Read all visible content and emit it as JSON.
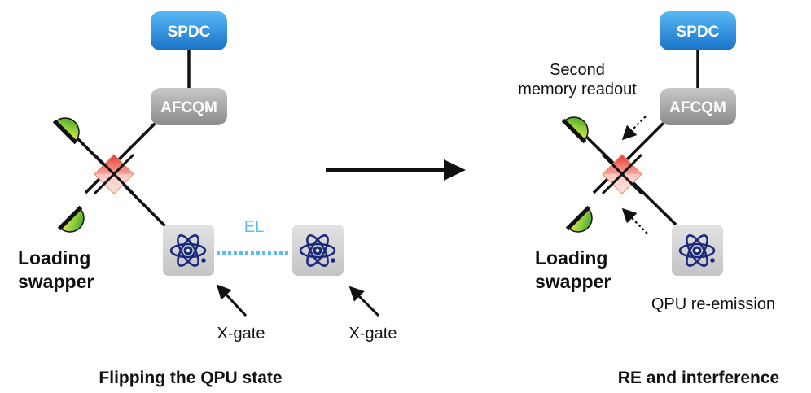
{
  "left_panel": {
    "spdc_label": "SPDC",
    "afcqm_label": "AFCQM",
    "el_label": "EL",
    "loading_swapper_line1": "Loading",
    "loading_swapper_line2": "swapper",
    "xgate_left_label": "X-gate",
    "xgate_right_label": "X-gate",
    "caption": "Flipping the QPU state"
  },
  "right_panel": {
    "spdc_label": "SPDC",
    "afcqm_label": "AFCQM",
    "readout_line1": "Second",
    "readout_line2": "memory readout",
    "loading_swapper_line1": "Loading",
    "loading_swapper_line2": "swapper",
    "qpu_reemission_label": "QPU re-emission",
    "caption": "RE and interference"
  },
  "colors": {
    "spdc_blue": "#1f86d9",
    "afcqm_gray": "#9a9a9a",
    "entanglement_link": "#5bc0f0",
    "beamsplitter_red": "#e8473a",
    "beamsplitter_pink": "#f6c7c2",
    "detector_green": "#4caf2e",
    "qpu_tile": "#d3d3d3",
    "atom_navy": "#1b2a7c"
  }
}
